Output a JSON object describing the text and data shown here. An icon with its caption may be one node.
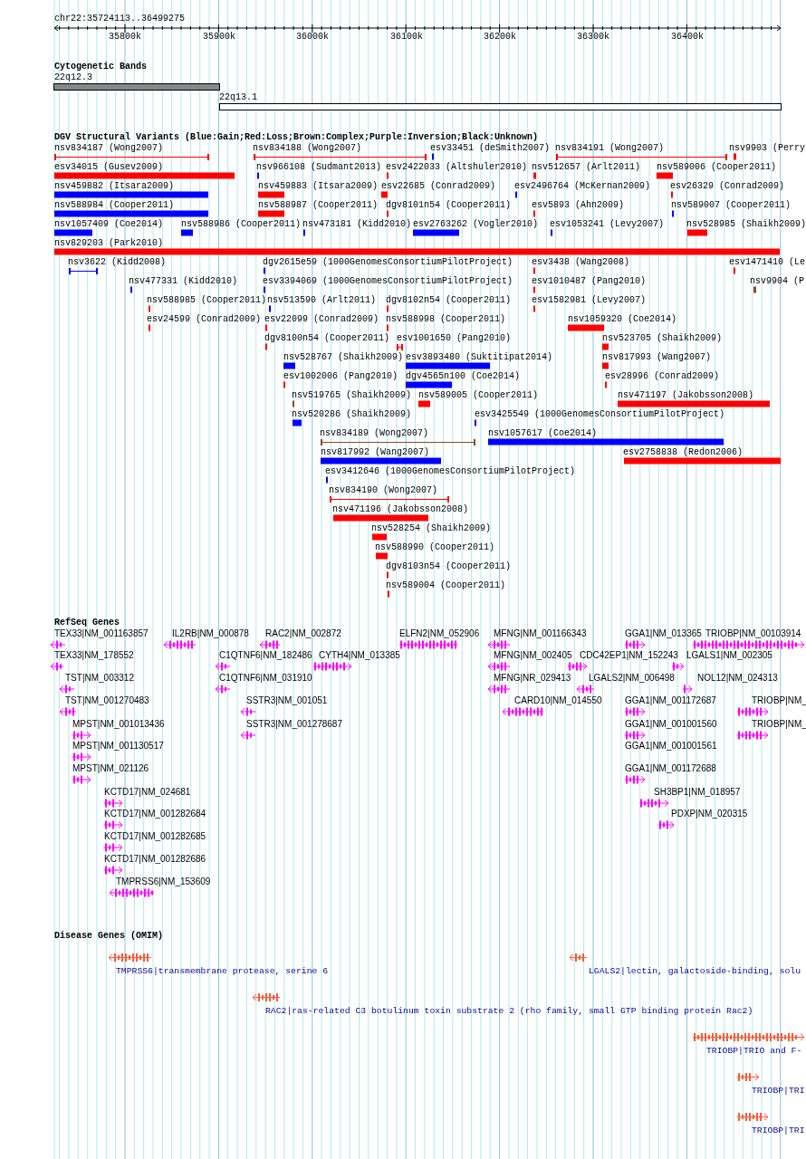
{
  "diagram": {
    "labels": [
      "chr22:35724113..36499275",
      "35800k",
      "35900k",
      "36000k",
      "36100k",
      "36200k",
      "36300k",
      "36400k",
      "Cytogenetic Bands",
      "22q12.3",
      "22q13.1",
      "DGV Structural Variants (Blue:Gain;Red:Loss;Brown:Complex;Purple:Inversion;Black:Unknown)",
      "nsv834187 (Wong2007)",
      "nsv834188 (Wong2007)",
      "esv33451 (deSmith2007)",
      "nsv834191 (Wong2007)",
      "nsv9903 (Perry",
      "esv34015 (Gusev2009)",
      "nsv966108 (Sudmant2013)",
      "esv2422033 (Altshuler2010)",
      "nsv512657 (Arlt2011)",
      "nsv589006 (Cooper2011)",
      "nsv459882 (Itsara2009)",
      "nsv459883 (Itsara2009)",
      "esv22685 (Conrad2009)",
      "esv2496764 (McKernan2009)",
      "esv26329 (Conrad2009)",
      "nsv588984 (Cooper2011)",
      "nsv588987 (Cooper2011)",
      "dgv8101n54 (Cooper2011)",
      "esv5893 (Ahn2009)",
      "nsv589007 (Cooper2011)",
      "nsv1057409 (Coe2014)",
      "nsv588986 (Cooper2011)",
      "nsv473181 (Kidd2010)",
      "esv2763262 (Vogler2010)",
      "esv1053241 (Levy2007)",
      "nsv528985 (Shaikh2009)",
      "nsv829203 (Park2010)",
      "nsv3622 (Kidd2008)",
      "dgv2615e59 (1000GenomesConsortiumPilotProject)",
      "esv3438 (Wang2008)",
      "esv1471410 (Le",
      "nsv477331 (Kidd2010)",
      "esv3394069 (1000GenomesConsortiumPilotProject)",
      "esv1010487 (Pang2010)",
      "nsv9904 (P",
      "nsv588985 (Cooper2011)",
      "nsv513590 (Arlt2011)",
      "dgv8102n54 (Cooper2011)",
      "esv1582981 (Levy2007)",
      "esv24599 (Conrad2009)",
      "esv22099 (Conrad2009)",
      "nsv588998 (Cooper2011)",
      "nsv1059320 (Coe2014)",
      "dgv8100n54 (Cooper2011)",
      "esv1001650 (Pang2010)",
      "nsv523705 (Shaikh2009)",
      "nsv528767 (Shaikh2009)",
      "esv3893480 (Suktitipat2014)",
      "nsv817993 (Wang2007)",
      "esv1002006 (Pang2010)",
      "dgv4565n100 (Coe2014)",
      "esv28996 (Conrad2009)",
      "nsv519765 (Shaikh2009)",
      "nsv589005 (Cooper2011)",
      "nsv471197 (Jakobsson2008)",
      "nsv520286 (Shaikh2009)",
      "esv3425549 (1000GenomesConsortiumPilotProject)",
      "nsv834189 (Wong2007)",
      "nsv1057617 (Coe2014)",
      "nsv817992 (Wang2007)",
      "esv2758838 (Redon2006)",
      "esv3412646 (1000GenomesConsortiumPilotProject)",
      "nsv834190 (Wong2007)",
      "nsv471196 (Jakobsson2008)",
      "nsv528254 (Shaikh2009)",
      "nsv588990 (Cooper2011)",
      "dgv8103n54 (Cooper2011)",
      "nsv589004 (Cooper2011)",
      "RefSeq Genes",
      "TEX33|NM_001163857",
      "IL2RB|NM_000878",
      "RAC2|NM_002872",
      "ELFN2|NM_052906",
      "MFNG|NM_001166343",
      "GGA1|NM_013365",
      "TRIOBP|NM_00103914",
      "TEX33|NM_178552",
      "C1QTNF6|NM_182486",
      "CYTH4|NM_013385",
      "MFNG|NM_002405",
      "CDC42EP1|NM_152243",
      "LGALS1|NM_002305",
      "TST|NM_003312",
      "C1QTNF6|NM_031910",
      "MFNG|NR_029413",
      "LGALS2|NM_006498",
      "NOL12|NM_024313",
      "TST|NM_001270483",
      "SSTR3|NM_001051",
      "CARD10|NM_014550",
      "GGA1|NM_001172687",
      "TRIOBP|NM_",
      "MPST|NM_001013436",
      "SSTR3|NM_001278687",
      "GGA1|NM_001001560",
      "TRIOBP|NM_",
      "MPST|NM_001130517",
      "GGA1|NM_001001561",
      "MPST|NM_021126",
      "GGA1|NM_001172688",
      "KCTD17|NM_024681",
      "SH3BP1|NM_018957",
      "KCTD17|NM_001282684",
      "PDXP|NM_020315",
      "KCTD17|NM_001282685",
      "KCTD17|NM_001282686",
      "TMPRSS6|NM_153609",
      "Disease Genes (OMIM)",
      "TMPRSS6|transmembrane protease, serine 6",
      "LGALS2|lectin, galactoside-binding, solu",
      "RAC2|ras-related C3 botulinum toxin substrate 2 (rho family, small GTP binding protein Rac2)",
      "TRIOBP|TRIO and F-",
      "TRIOBP|TRI",
      "TRIOBP|TRI"
    ]
  }
}
